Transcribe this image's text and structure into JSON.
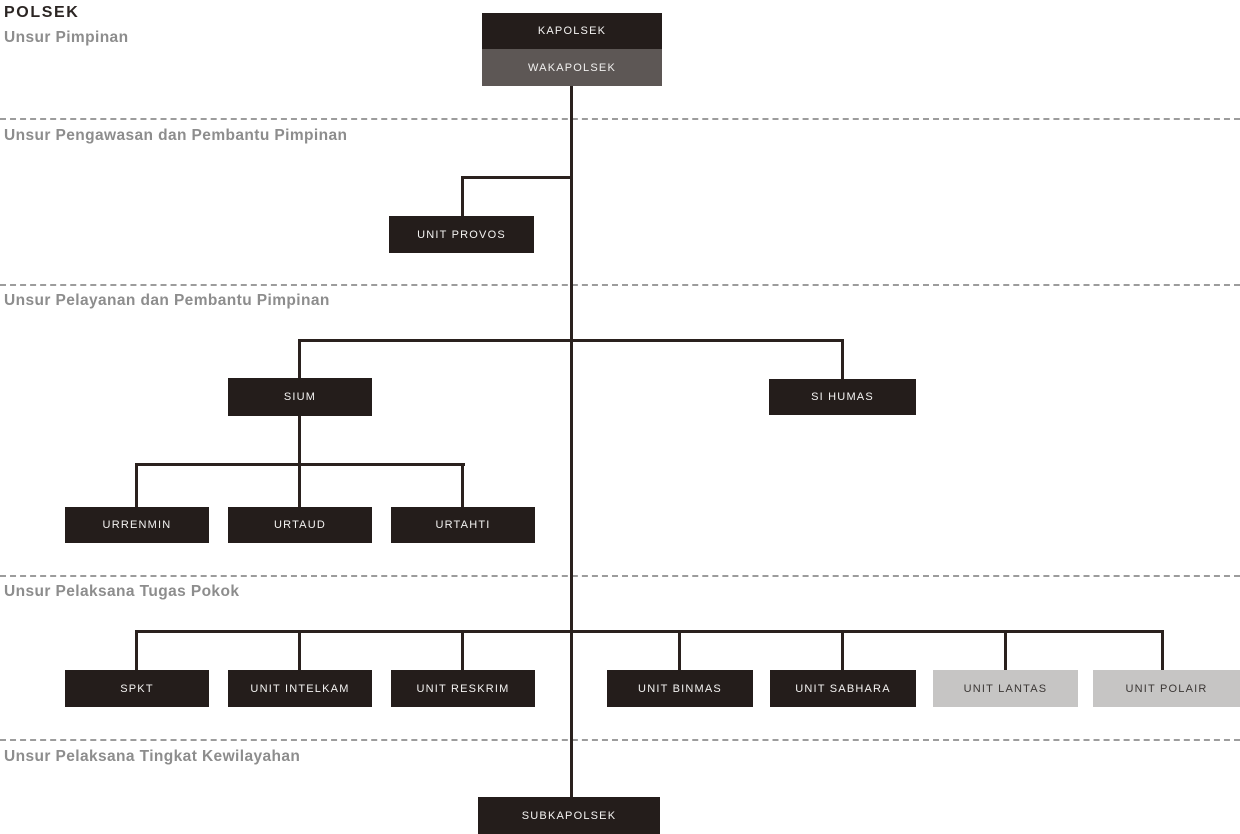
{
  "title": "POLSEK",
  "sections": [
    {
      "label": "Unsur Pimpinan"
    },
    {
      "label": "Unsur Pengawasan dan Pembantu Pimpinan"
    },
    {
      "label": "Unsur Pelayanan dan Pembantu Pimpinan"
    },
    {
      "label": "Unsur Pelaksana Tugas Pokok"
    },
    {
      "label": "Unsur Pelaksana Tingkat Kewilayahan"
    }
  ],
  "nodes": {
    "kapolsek": {
      "label": "KAPOLSEK"
    },
    "wakapolsek": {
      "label": "WAKAPOLSEK"
    },
    "unit_provos": {
      "label": "UNIT PROVOS"
    },
    "sium": {
      "label": "SIUM"
    },
    "si_humas": {
      "label": "SI HUMAS"
    },
    "urrenmin": {
      "label": "URRENMIN"
    },
    "urtaud": {
      "label": "URTAUD"
    },
    "urtahti": {
      "label": "URTAHTI"
    },
    "spkt": {
      "label": "SPKT"
    },
    "unit_intelkam": {
      "label": "UNIT INTELKAM"
    },
    "unit_reskrim": {
      "label": "UNIT RESKRIM"
    },
    "unit_binmas": {
      "label": "UNIT BINMAS"
    },
    "unit_sabhara": {
      "label": "UNIT SABHARA"
    },
    "unit_lantas": {
      "label": "UNIT LANTAS"
    },
    "unit_polair": {
      "label": "UNIT POLAIR"
    },
    "subkapolsek": {
      "label": "SUBKAPOLSEK"
    }
  },
  "colors": {
    "title_text": "#2b2523",
    "section_header_text": "#8d8d8d",
    "dark_box_bg": "#241d1b",
    "grey_box_bg": "#5d5755",
    "light_box_bg": "#c6c5c4",
    "dark_box_text": "#f4f3f2",
    "light_box_text": "#3b3735",
    "connector_line": "#2a211e",
    "dashed_divider": "#9c9c9c",
    "background": "#ffffff"
  }
}
